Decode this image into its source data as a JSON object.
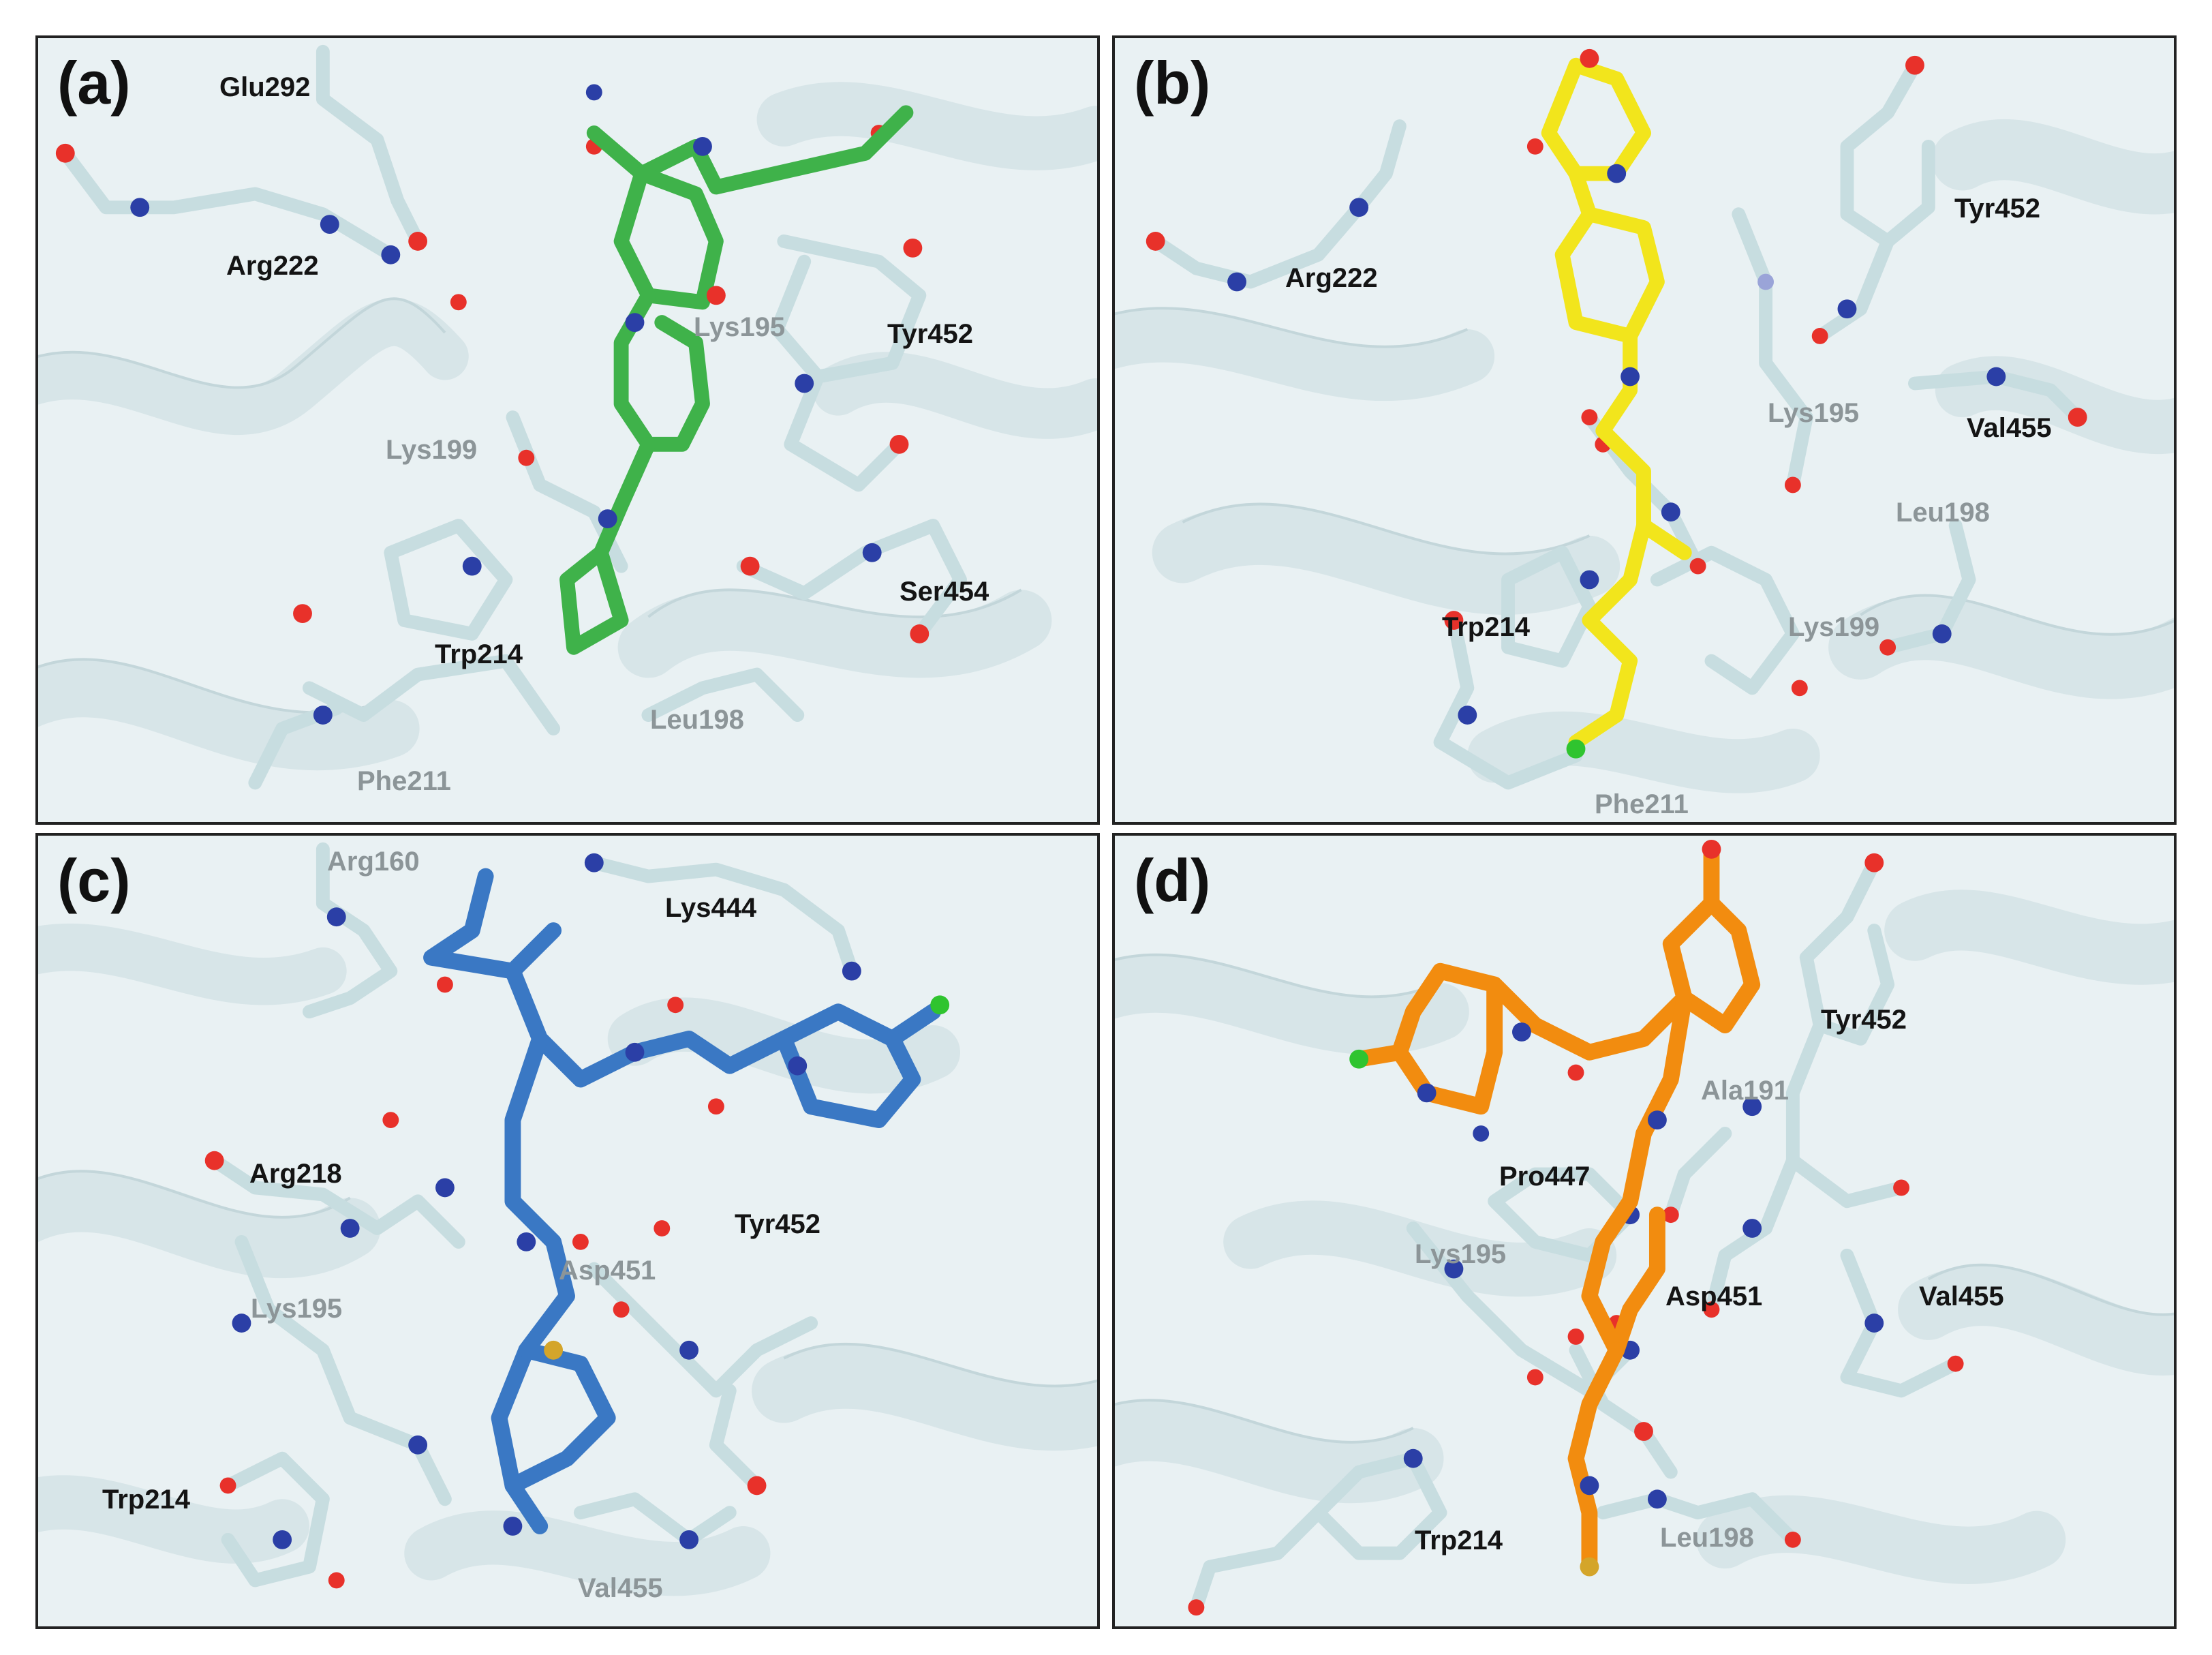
{
  "colors": {
    "panel_background": "#e9f1f3",
    "ribbon": "#d7e5e8",
    "residue_carbon": "#c7dde0",
    "nitrogen": "#2b3fa6",
    "oxygen": "#e8312a",
    "hydrogen": "#f2f2f2",
    "chlorine": "#2fc42f",
    "sulfur": "#d4a52a",
    "ligand_a": "#3fb24a",
    "ligand_b": "#f2e51c",
    "ligand_c": "#3a78c4",
    "ligand_d": "#f28c0f"
  },
  "panels": [
    {
      "letter": "(a)",
      "ligand_color": "ligand_a",
      "labels": [
        {
          "text": "Glu292",
          "depth": "front"
        },
        {
          "text": "Arg222",
          "depth": "front"
        },
        {
          "text": "Lys195",
          "depth": "back"
        },
        {
          "text": "Tyr452",
          "depth": "front"
        },
        {
          "text": "Lys199",
          "depth": "back"
        },
        {
          "text": "Ser454",
          "depth": "front"
        },
        {
          "text": "Trp214",
          "depth": "front"
        },
        {
          "text": "Leu198",
          "depth": "back"
        },
        {
          "text": "Phe211",
          "depth": "back"
        }
      ]
    },
    {
      "letter": "(b)",
      "ligand_color": "ligand_b",
      "labels": [
        {
          "text": "Arg222",
          "depth": "front"
        },
        {
          "text": "Tyr452",
          "depth": "front"
        },
        {
          "text": "Lys195",
          "depth": "back"
        },
        {
          "text": "Val455",
          "depth": "front"
        },
        {
          "text": "Leu198",
          "depth": "back"
        },
        {
          "text": "Trp214",
          "depth": "front"
        },
        {
          "text": "Lys199",
          "depth": "back"
        },
        {
          "text": "Phe211",
          "depth": "back"
        }
      ]
    },
    {
      "letter": "(c)",
      "ligand_color": "ligand_c",
      "labels": [
        {
          "text": "Arg160",
          "depth": "back"
        },
        {
          "text": "Lys444",
          "depth": "front"
        },
        {
          "text": "Arg218",
          "depth": "front"
        },
        {
          "text": "Tyr452",
          "depth": "front"
        },
        {
          "text": "Asp451",
          "depth": "back"
        },
        {
          "text": "Lys195",
          "depth": "back"
        },
        {
          "text": "Trp214",
          "depth": "front"
        },
        {
          "text": "Val455",
          "depth": "back"
        }
      ]
    },
    {
      "letter": "(d)",
      "ligand_color": "ligand_d",
      "labels": [
        {
          "text": "Tyr452",
          "depth": "front"
        },
        {
          "text": "Ala191",
          "depth": "back"
        },
        {
          "text": "Pro447",
          "depth": "front"
        },
        {
          "text": "Lys195",
          "depth": "back"
        },
        {
          "text": "Asp451",
          "depth": "front"
        },
        {
          "text": "Val455",
          "depth": "front"
        },
        {
          "text": "Trp214",
          "depth": "front"
        },
        {
          "text": "Leu198",
          "depth": "back"
        }
      ]
    }
  ]
}
